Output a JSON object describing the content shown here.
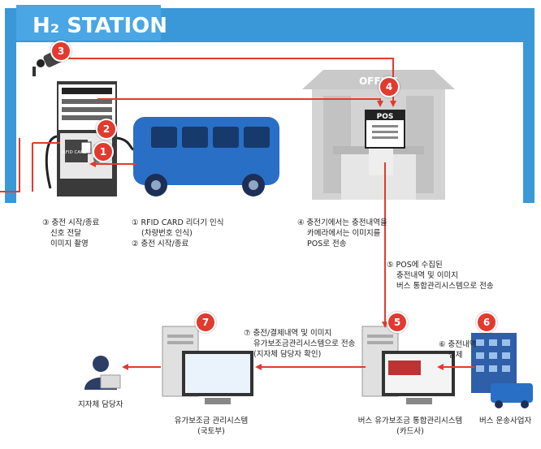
{
  "header": {
    "title": "H₂ STATION"
  },
  "office_sign": "OFFICE",
  "pos_label": "POS",
  "dispenser": {
    "reader_label": "RFID CARD"
  },
  "steps": {
    "s1": {
      "badge": "1",
      "lines": [
        "① RFID CARD 리더기 인식",
        "(차량번호 인식)",
        "② 충전 시작/종료"
      ]
    },
    "s2": {
      "badge": "2"
    },
    "s3": {
      "badge": "3",
      "lines": [
        "③ 충전 시작/종료",
        "신호 전달",
        "이미지 촬영"
      ]
    },
    "s4": {
      "badge": "4",
      "lines": [
        "④ 충전기에서는 충전내역을",
        "카메라에서는 이미지를",
        "POS로 전송"
      ]
    },
    "s5": {
      "badge": "5",
      "lines": [
        "⑤ POS에 수집된",
        "충전내역 및 이미지",
        "버스 통합관리시스템으로 전송"
      ]
    },
    "s6": {
      "badge": "6",
      "lines": [
        "⑥ 충전내역",
        "결제"
      ]
    },
    "s7": {
      "badge": "7",
      "lines": [
        "⑦ 충전/결제내역 및 이미지",
        "유가보조금관리시스템으로 전송",
        "(지자체 담당자 확인)"
      ]
    }
  },
  "nodes": {
    "official": {
      "label": "지자체 담당자"
    },
    "subsidy_system": {
      "lines": [
        "유가보조금 관리시스템",
        "(국토부)"
      ]
    },
    "bus_system": {
      "lines": [
        "버스 유가보조금 통합관리시스템",
        "(카드사)"
      ]
    },
    "operator": {
      "label": "버스 운송사업자"
    }
  },
  "colors": {
    "frame": "#3a98d8",
    "arrow": "#e23a2f",
    "badge": "#e23a2f",
    "bus": "#2a6fc6",
    "office": "#cfcfcf"
  }
}
